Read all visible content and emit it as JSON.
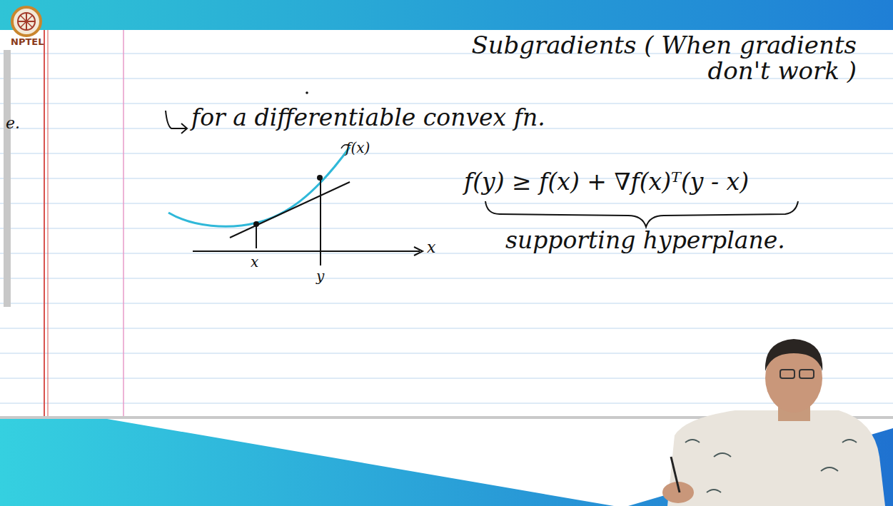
{
  "diagram": {
    "title": "Subgradients ( When gradients don't work )",
    "labels": [
      "NPTEL",
      "e.",
      "for a differentiable convex fn.",
      "f(x)",
      "f(y) ≥ f(x) + ∇f(x)ᵀ(y - x)",
      "supporting hyperplane.",
      "x",
      "y",
      "x"
    ]
  }
}
